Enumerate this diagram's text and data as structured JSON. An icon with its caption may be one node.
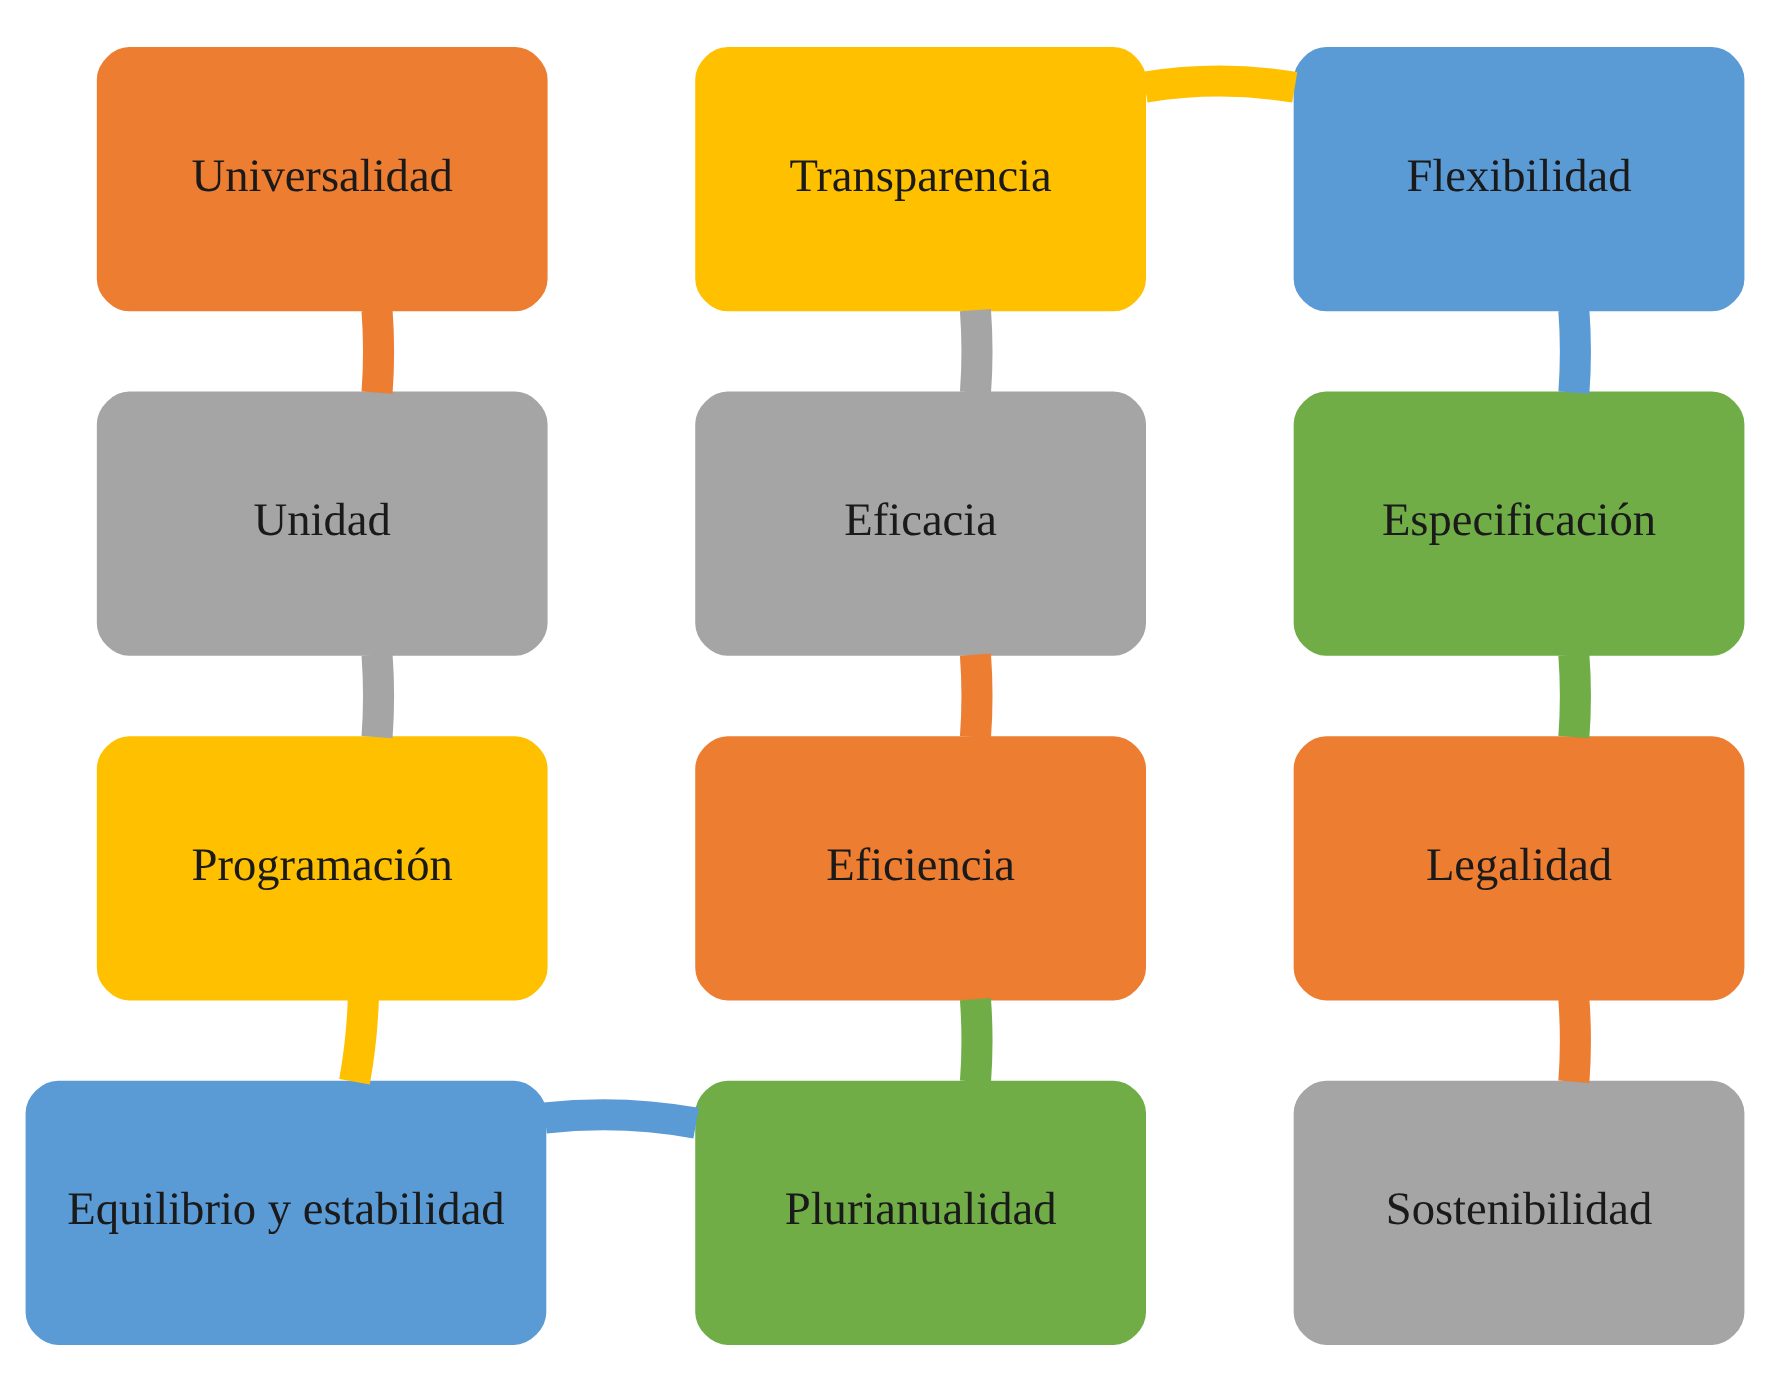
{
  "diagram": {
    "nodes": [
      {
        "text": [
          "Universalidad"
        ]
      },
      {
        "text": [
          "Transparencia"
        ]
      },
      {
        "text": [
          "Flexibilidad"
        ]
      },
      {
        "text": [
          "Unidad"
        ]
      },
      {
        "text": [
          "Eficacia"
        ]
      },
      {
        "text": [
          "Especificación"
        ]
      },
      {
        "text": [
          "Programación"
        ]
      },
      {
        "text": [
          "Eficiencia"
        ]
      },
      {
        "text": [
          "Legalidad"
        ]
      },
      {
        "text": [
          "Equilibrio y estabilidad"
        ]
      },
      {
        "text": [
          "Plurianualidad"
        ]
      },
      {
        "text": [
          "Sostenibilidad"
        ]
      }
    ],
    "edges": [
      {
        "from": 0,
        "to": 3,
        "arrow": "none",
        "color": "#ed7d31"
      },
      {
        "from": 3,
        "to": 6,
        "arrow": "none",
        "color": "#a5a5a5"
      },
      {
        "from": 6,
        "to": 9,
        "arrow": "none",
        "color": "#ffc000"
      },
      {
        "from": 9,
        "to": 10,
        "arrow": "none",
        "color": "#5b9bd5"
      },
      {
        "from": 10,
        "to": 7,
        "arrow": "none",
        "color": "#70ad47"
      },
      {
        "from": 7,
        "to": 4,
        "arrow": "none",
        "color": "#ed7d31"
      },
      {
        "from": 4,
        "to": 1,
        "arrow": "none",
        "color": "#a5a5a5"
      },
      {
        "from": 1,
        "to": 2,
        "arrow": "none",
        "color": "#ffc000"
      },
      {
        "from": 2,
        "to": 5,
        "arrow": "none",
        "color": "#5b9bd5"
      },
      {
        "from": 5,
        "to": 8,
        "arrow": "none",
        "color": "#70ad47"
      },
      {
        "from": 8,
        "to": 11,
        "arrow": "none",
        "color": "#ed7d31"
      }
    ]
  }
}
